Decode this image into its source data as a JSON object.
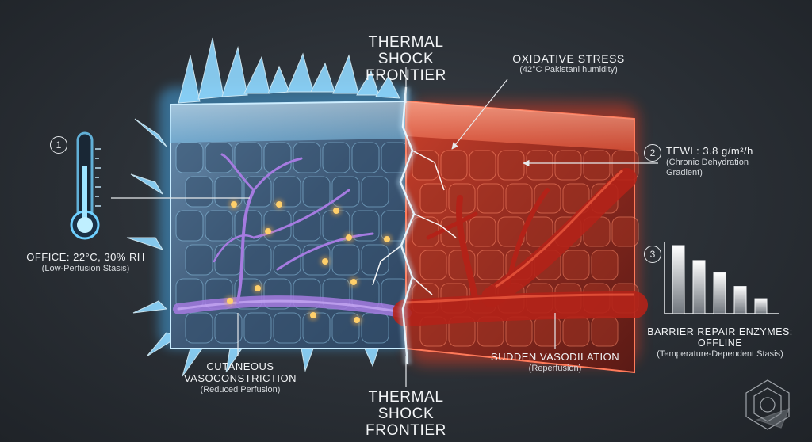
{
  "frontier_top": {
    "line1": "THERMAL SHOCK",
    "line2": "FRONTIER"
  },
  "frontier_bottom": {
    "line1": "THERMAL SHOCK",
    "line2": "FRONTIER"
  },
  "oxidative": {
    "title": "OXIDATIVE STRESS",
    "sub": "(42°C Pakistani  humidity)"
  },
  "callout1": {
    "number": "1",
    "title": "OFFICE: 22°C, 30% RH",
    "sub": "(Low-Perfusion Stasis)"
  },
  "callout2": {
    "number": "2",
    "title": "TEWL: 3.8 g/m²/h",
    "sub1": "(Chronic Dehydration",
    "sub2": "Gradient)"
  },
  "callout3": {
    "number": "3",
    "title": "BARRIER REPAIR ENZYMES: OFFLINE",
    "sub": "(Temperature-Dependent Stasis)"
  },
  "vasoconstriction": {
    "line1": "CUTANEOUS",
    "line2": "VASOCONSTRICTION",
    "sub": "(Reduced Perfusion)"
  },
  "vasodilation": {
    "title": "SUDDEN VASODILATION",
    "sub": "(Reperfusion)"
  },
  "colors": {
    "cold": "#5fc8ff",
    "hot": "#ff4a2e",
    "vessel_cold": "#9a6bd8",
    "vessel_hot": "#c8281e"
  },
  "enzyme_levels": [
    1.0,
    0.78,
    0.6,
    0.4,
    0.22
  ]
}
